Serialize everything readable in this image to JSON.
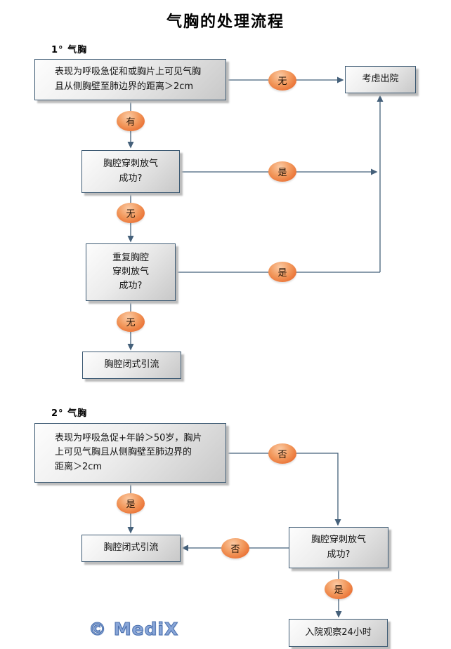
{
  "title": "气胸的处理流程",
  "watermark": "© MediX",
  "colors": {
    "connector_line": "#44607a",
    "box_border": "#3d5a73",
    "box_fill_top": "#fdfdfd",
    "box_fill_bottom": "#c8c8c8",
    "ellipse_orange": "#e4571a",
    "watermark_blue": "#89a6d8"
  },
  "sections": [
    {
      "label": "1° 气胸",
      "nodes": {
        "criteria": "表现为呼吸急促和或胸片上可见气胸\n且从侧胸壁至肺边界的距离＞2cm",
        "discharge": "考虑出院",
        "aspiration": "胸腔穿刺放气\n成功?",
        "repeat_aspiration": "重复胸腔\n穿刺放气\n成功?",
        "chest_drain": "胸腔闭式引流"
      },
      "connectors": {
        "no_criteria": "无",
        "yes_present": "有",
        "aspiration_success": "是",
        "aspiration_fail": "无",
        "repeat_success": "是",
        "repeat_fail": "无"
      }
    },
    {
      "label": "2° 气胸",
      "nodes": {
        "criteria": "表现为呼吸急促+年龄＞50岁，胸片\n上可见气胸且从侧胸壁至肺边界的\n距离＞2cm",
        "aspiration": "胸腔穿刺放气\n成功?",
        "chest_drain": "胸腔闭式引流",
        "admit": "入院观察24小时"
      },
      "connectors": {
        "no_criteria": "否",
        "yes_present": "是",
        "aspiration_fail": "否",
        "aspiration_success": "是"
      }
    }
  ]
}
